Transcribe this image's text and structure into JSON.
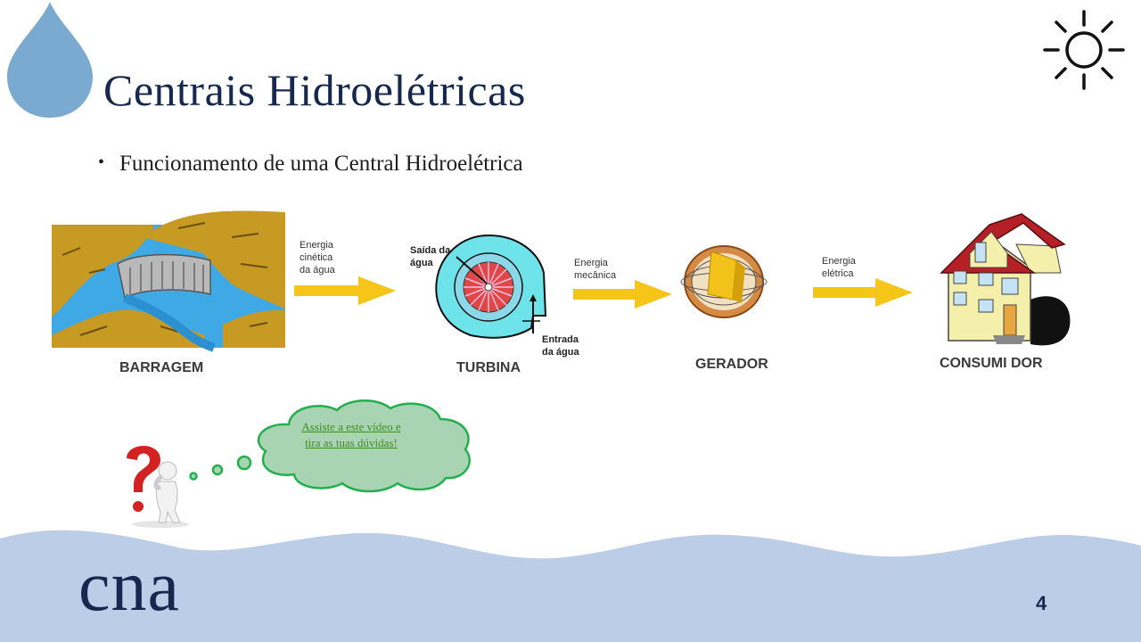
{
  "slide": {
    "title": "Centrais Hidroelétricas",
    "bullet": "Funcionamento de uma Central Hidroelétrica",
    "page_number": "4",
    "logo": "cna"
  },
  "diagram": {
    "stages": [
      "BARRAGEM",
      "TURBINA",
      "GERADOR",
      "CONSUMI DOR"
    ],
    "arrow_labels": [
      [
        "Energia",
        "cinética",
        "da água"
      ],
      [
        "Energia",
        "mecânica"
      ],
      [
        "Energia",
        "elétrica"
      ]
    ],
    "turbine_labels": {
      "outlet": [
        "Saída da",
        "água"
      ],
      "inlet": [
        "Entrada",
        "da água"
      ]
    }
  },
  "callout": {
    "link_line1": "Assiste a este vídeo e",
    "link_line2": "tira as tuas dúvidas!"
  },
  "colors": {
    "title": "#16284e",
    "drop": "#7aaad0",
    "wave": "#bccde7",
    "arrow": "#f5c518",
    "cloud_fill": "#a8d4b4",
    "cloud_border": "#22b04c",
    "link": "#3d8f1c"
  },
  "icons": [
    "water-drop-icon",
    "sun-icon",
    "question-thinker-icon"
  ]
}
